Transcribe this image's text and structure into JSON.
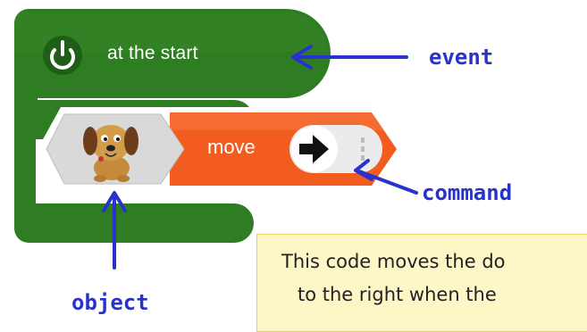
{
  "blocks": {
    "event_label": "at the start",
    "command_label": "move",
    "object_icon": "dog-icon",
    "event_icon": "power-icon",
    "direction_icon": "right-arrow-icon"
  },
  "annotations": {
    "event": "event",
    "command": "command",
    "object": "object"
  },
  "note": {
    "line1": "This code moves the do",
    "line2": "to the right when the"
  },
  "colors": {
    "event_block": "#2f7d22",
    "command_block": "#f25c1f",
    "object_slot": "#d9d9d9",
    "arrows": "#2a33c9",
    "note_bg": "#fdf6c6"
  }
}
